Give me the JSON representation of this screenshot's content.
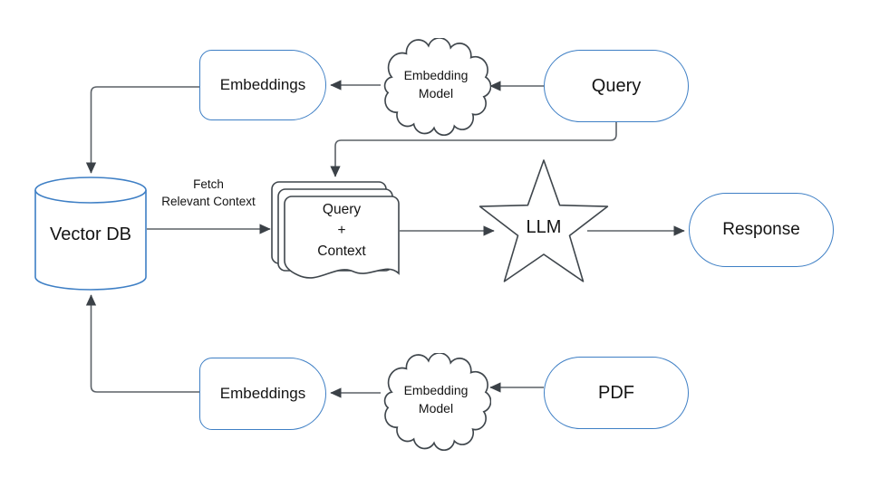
{
  "diagram": {
    "colors": {
      "node_border_blue": "#3e7fc5",
      "shape_border_dark": "#3f464c",
      "connector_line": "#5b6167",
      "arrowhead": "#3b4147",
      "text": "#141414",
      "background": "#ffffff"
    },
    "nodes": {
      "embeddings_top": {
        "label": "Embeddings"
      },
      "embedding_model_top": {
        "line1": "Embedding",
        "line2": "Model"
      },
      "query": {
        "label": "Query"
      },
      "vector_db": {
        "label": "Vector DB"
      },
      "query_context": {
        "line1": "Query",
        "line2": "+",
        "line3": "Context"
      },
      "llm": {
        "label": "LLM"
      },
      "response": {
        "label": "Response"
      },
      "embeddings_bottom": {
        "label": "Embeddings"
      },
      "embedding_model_bottom": {
        "line1": "Embedding",
        "line2": "Model"
      },
      "pdf": {
        "label": "PDF"
      }
    },
    "edge_labels": {
      "fetch_relevant_context": {
        "line1": "Fetch",
        "line2": "Relevant Context"
      }
    }
  }
}
